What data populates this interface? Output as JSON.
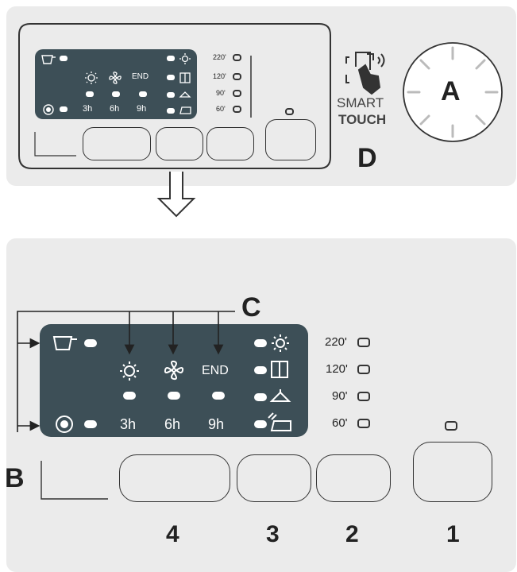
{
  "top_panel": {
    "display": {
      "options": [
        "3h",
        "6h",
        "9h"
      ],
      "end_label": "END",
      "icons": [
        "prewash-icon",
        "sun-icon",
        "fan-icon",
        "sun-icon",
        "cupboard-icon",
        "hanger-icon",
        "iron-icon",
        "stain-icon"
      ]
    },
    "times": [
      "220'",
      "120'",
      "90'",
      "60'"
    ],
    "smart_touch_line1": "SMART",
    "smart_touch_line2": "TOUCH",
    "letter_d": "D",
    "letter_a": "A"
  },
  "bottom_panel": {
    "display": {
      "options": [
        "3h",
        "6h",
        "9h"
      ],
      "end_label": "END"
    },
    "times": [
      "220'",
      "120'",
      "90'",
      "60'"
    ],
    "letter_b": "B",
    "letter_c": "C",
    "button_numbers": [
      "4",
      "3",
      "2",
      "1"
    ]
  },
  "colors": {
    "panel": "#ebebeb",
    "display": "#3d4f57",
    "line": "#333333",
    "label": "#222222"
  }
}
